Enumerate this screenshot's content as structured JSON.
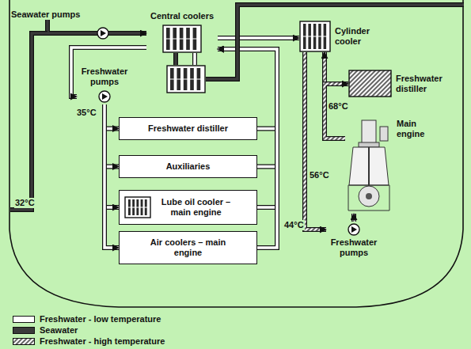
{
  "diagram": {
    "nodes": [
      {
        "text": [
          "Seawater pumps"
        ]
      },
      {
        "text": [
          "Central coolers"
        ]
      },
      {
        "text": [
          "Cylinder cooler"
        ]
      },
      {
        "text": [
          "Freshwater distiller"
        ]
      },
      {
        "text": [
          "Main engine"
        ]
      },
      {
        "text": [
          "Freshwater pumps"
        ]
      },
      {
        "text": [
          "Freshwater pumps"
        ]
      },
      {
        "text": [
          "Freshwater distiller"
        ]
      },
      {
        "text": [
          "Auxiliaries"
        ]
      },
      {
        "text": [
          "Lube oil cooler – main engine"
        ]
      },
      {
        "text": [
          "Air coolers – main engine"
        ]
      }
    ],
    "edges": [
      {
        "from": 0,
        "to": 1,
        "arrow": "to"
      },
      {
        "from": 1,
        "to": 2,
        "arrow": "to"
      },
      {
        "from": 1,
        "to": 6,
        "arrow": "to"
      },
      {
        "from": 6,
        "to": 7,
        "arrow": "to"
      },
      {
        "from": 6,
        "to": 8,
        "arrow": "to"
      },
      {
        "from": 6,
        "to": 9,
        "arrow": "to"
      },
      {
        "from": 6,
        "to": 10,
        "arrow": "to"
      },
      {
        "from": 7,
        "to": 1,
        "arrow": "to"
      },
      {
        "from": 8,
        "to": 1,
        "arrow": "to"
      },
      {
        "from": 9,
        "to": 1,
        "arrow": "to"
      },
      {
        "from": 10,
        "to": 1,
        "arrow": "to"
      },
      {
        "from": 4,
        "to": 2,
        "arrow": "to"
      },
      {
        "from": 4,
        "to": 3,
        "arrow": "to"
      },
      {
        "from": 2,
        "to": 5,
        "arrow": "to"
      },
      {
        "from": 5,
        "to": 4,
        "arrow": "to"
      }
    ],
    "labels": [
      "32°C",
      "35°C",
      "44°C",
      "56°C",
      "68°C"
    ],
    "legend": [
      {
        "text": "Freshwater - low temperature",
        "color": "#ffffff"
      },
      {
        "text": "Seawater",
        "color": "#3a3a3a"
      },
      {
        "text": "Freshwater - high temperature"
      }
    ]
  }
}
